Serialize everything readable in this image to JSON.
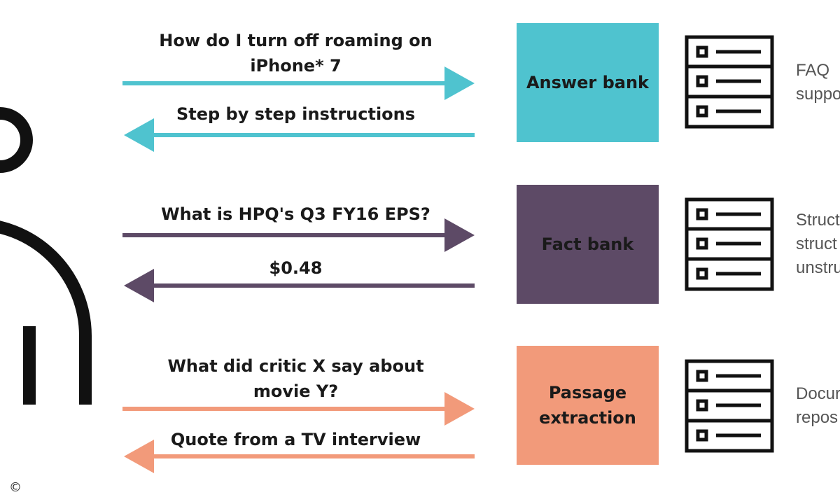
{
  "colors": {
    "teal": "#4fc3cf",
    "purple": "#5d4a66",
    "salmon": "#f29a7a",
    "ink": "#111111"
  },
  "rows": [
    {
      "question": [
        "How do I turn off roaming on",
        "iPhone* 7"
      ],
      "answer": "Step by step instructions",
      "bank": [
        "Answer bank"
      ],
      "source": [
        "FAQ",
        "suppo"
      ],
      "color_key": "teal"
    },
    {
      "question": [
        "What is HPQ's Q3 FY16 EPS?"
      ],
      "answer": "$0.48",
      "bank": [
        "Fact bank"
      ],
      "source": [
        "Struct",
        "struct",
        "unstru"
      ],
      "color_key": "purple"
    },
    {
      "question": [
        "What did critic X say about",
        "movie Y?"
      ],
      "answer": "Quote from a TV interview",
      "bank": [
        "Passage",
        "extraction"
      ],
      "source": [
        "Docur",
        "repos"
      ],
      "color_key": "salmon"
    }
  ],
  "copyright_symbol": "©",
  "icons": {
    "person": "person-icon",
    "database": "database-list-icon"
  }
}
